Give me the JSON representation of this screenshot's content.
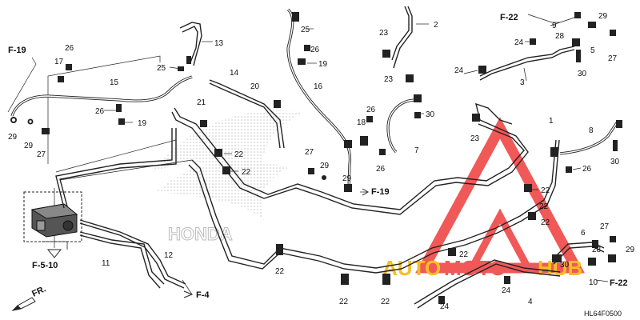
{
  "diagram": {
    "code": "HL64F0500",
    "brand_watermark": "HONDA",
    "watermark": {
      "left": "AUTO",
      "middle": "MOTO",
      "right": "HUB",
      "color": "#ef3b3b",
      "accent": "#f5b400"
    },
    "refs": {
      "f19_top": "F-19",
      "f19_mid": "F-19",
      "f22_top": "F-22",
      "f22_bot": "F-22",
      "f510": "F-5-10",
      "f4": "F-4",
      "fr": "FR."
    },
    "labels": {
      "l1": "1",
      "l2": "2",
      "l3": "3",
      "l4": "4",
      "l5": "5",
      "l6": "6",
      "l7": "7",
      "l8": "8",
      "l9": "9",
      "l10": "10",
      "l11": "11",
      "l12": "12",
      "l13": "13",
      "l14": "14",
      "l15": "15",
      "l16": "16",
      "l17": "17",
      "l18": "18",
      "l19a": "19",
      "l19b": "19",
      "l20": "20",
      "l21": "21",
      "l22a": "22",
      "l22b": "22",
      "l22c": "22",
      "l22d": "22",
      "l22e": "22",
      "l22f": "22",
      "l22g": "22",
      "l22h": "22",
      "l22i": "22",
      "l23a": "23",
      "l23b": "23",
      "l23c": "23",
      "l24a": "24",
      "l24b": "24",
      "l24c": "24",
      "l24d": "24",
      "l25a": "25",
      "l25b": "25",
      "l26a": "26",
      "l26b": "26",
      "l26c": "26",
      "l26d": "26",
      "l26e": "26",
      "l26f": "26",
      "l27a": "27",
      "l27b": "27",
      "l27c": "27",
      "l27d": "27",
      "l28a": "28",
      "l28b": "28",
      "l29a": "29",
      "l29b": "29",
      "l29c": "29",
      "l29d": "29",
      "l29e": "29",
      "l29f": "29",
      "l30a": "30",
      "l30b": "30",
      "l30c": "30",
      "l30d": "30"
    }
  }
}
